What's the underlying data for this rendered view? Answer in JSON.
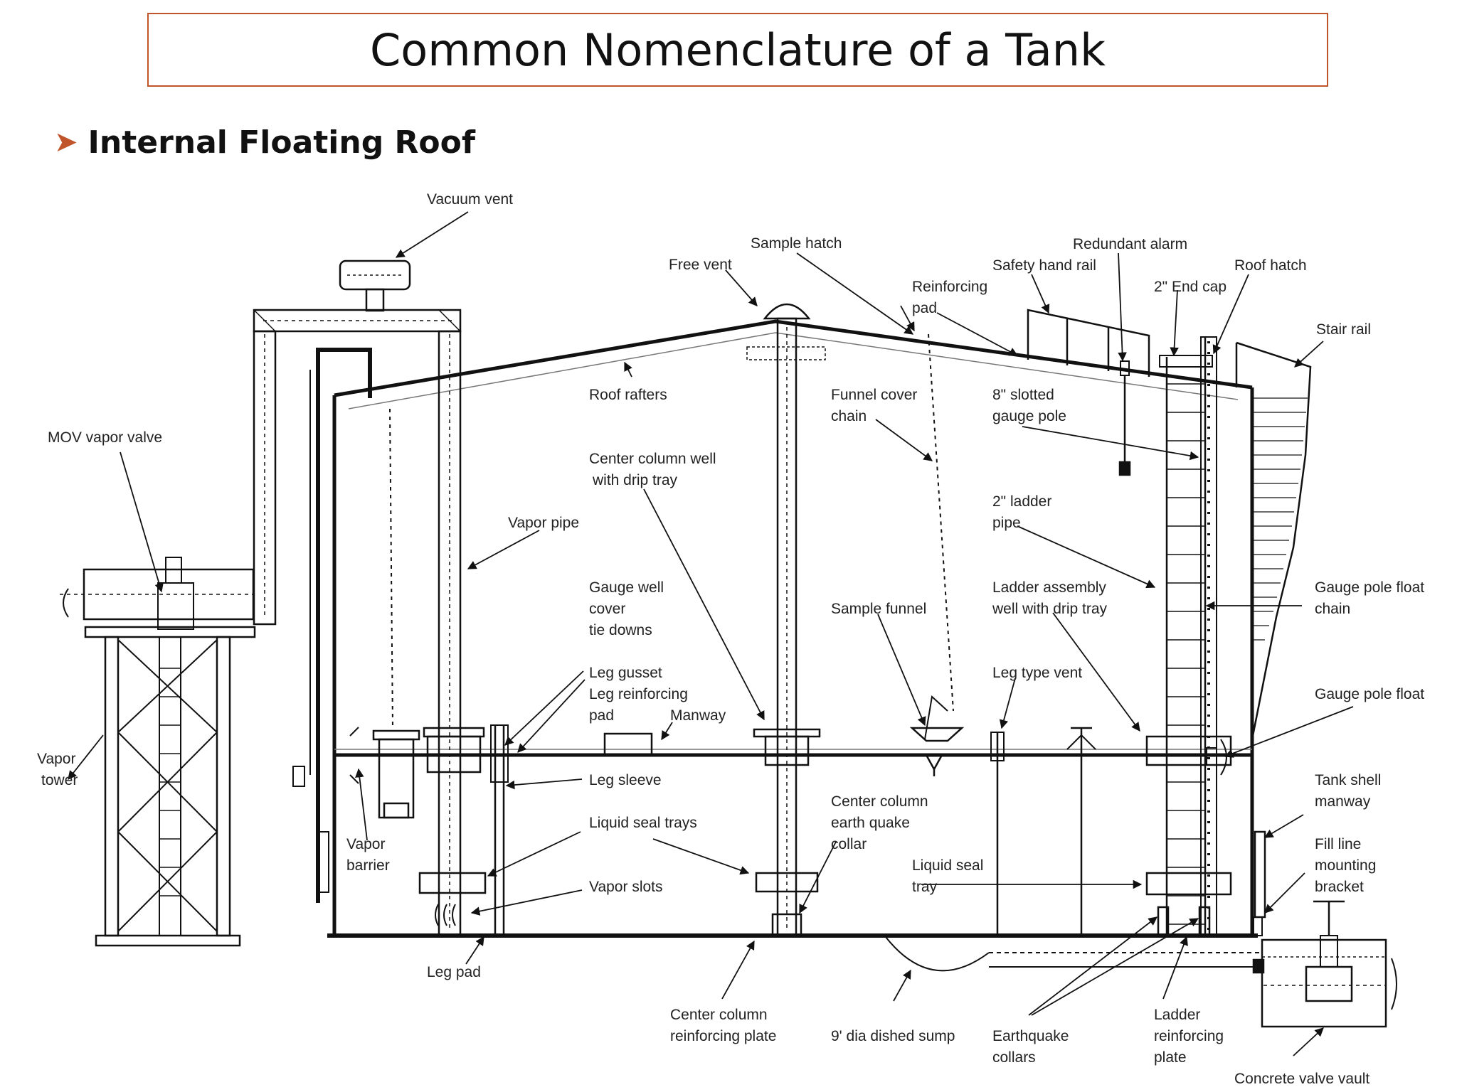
{
  "title": "Common Nomenclature of a Tank",
  "subtitle": "Internal Floating Roof",
  "colors": {
    "title_border": "#c0552b",
    "bullet": "#c0552b",
    "line": "#111111"
  },
  "bullet_icon": "arrow-right-icon",
  "labels": {
    "vacuum_vent": "Vacuum vent",
    "free_vent": "Free vent",
    "sample_hatch": "Sample hatch",
    "redundant_alarm": "Redundant alarm",
    "safety_hand_rail": "Safety hand rail",
    "roof_hatch": "Roof hatch",
    "reinforcing_pad_1": "Reinforcing",
    "reinforcing_pad_2": "pad",
    "end_cap": "2\" End cap",
    "stair_rail": "Stair rail",
    "roof_rafters": "Roof rafters",
    "funnel_cover_chain_1": "Funnel cover",
    "funnel_cover_chain_2": "chain",
    "slotted_gauge_pole_1": "8\" slotted",
    "slotted_gauge_pole_2": "gauge pole",
    "mov_vapor_valve": "MOV vapor valve",
    "center_column_well_1": "Center column well",
    "center_column_well_2": "with drip tray",
    "ladder_pipe_1": "2\" ladder",
    "ladder_pipe_2": "pipe",
    "vapor_pipe": "Vapor pipe",
    "gauge_well_tie_1": "Gauge well",
    "gauge_well_tie_2": "cover",
    "gauge_well_tie_3": "tie downs",
    "sample_funnel": "Sample funnel",
    "ladder_assembly_1": "Ladder assembly",
    "ladder_assembly_2": "well with drip tray",
    "gauge_pole_float_chain_1": "Gauge pole float",
    "gauge_pole_float_chain_2": "chain",
    "leg_gusset": "Leg gusset",
    "leg_reinforcing_pad_1": "Leg reinforcing",
    "leg_reinforcing_pad_2": "pad",
    "manway": "Manway",
    "leg_type_vent": "Leg type vent",
    "gauge_pole_float": "Gauge pole float",
    "vapor_tower_1": "Vapor",
    "vapor_tower_2": "tower",
    "leg_sleeve": "Leg sleeve",
    "tank_shell_manway_1": "Tank shell",
    "tank_shell_manway_2": "manway",
    "center_column_collar_1": "Center column",
    "center_column_collar_2": "earth quake",
    "center_column_collar_3": "collar",
    "liquid_seal_trays": "Liquid seal trays",
    "vapor_barrier_1": "Vapor",
    "vapor_barrier_2": "barrier",
    "fill_line_bracket_1": "Fill line",
    "fill_line_bracket_2": "mounting",
    "fill_line_bracket_3": "bracket",
    "liquid_seal_tray_1": "Liquid seal",
    "liquid_seal_tray_2": "tray",
    "vapor_slots": "Vapor slots",
    "leg_pad": "Leg pad",
    "center_column_plate_1": "Center column",
    "center_column_plate_2": "reinforcing plate",
    "dished_sump": "9' dia dished sump",
    "earthquake_collars_1": "Earthquake",
    "earthquake_collars_2": "collars",
    "ladder_plate_1": "Ladder",
    "ladder_plate_2": "reinforcing",
    "ladder_plate_3": "plate",
    "concrete_valve_vault": "Concrete valve vault"
  }
}
